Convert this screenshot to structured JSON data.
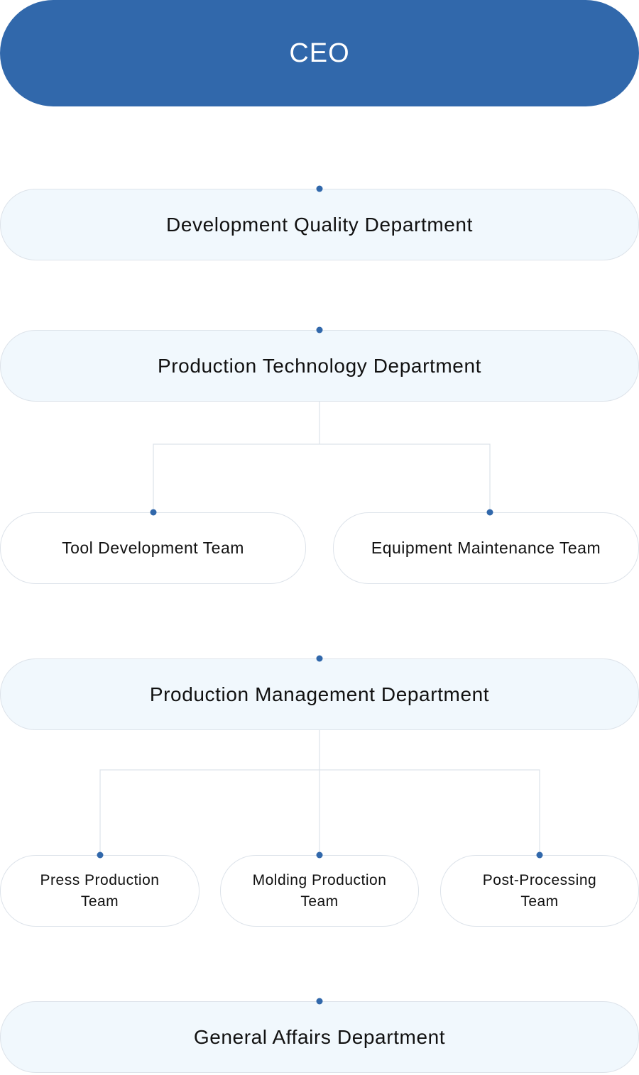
{
  "ceo": {
    "label": "CEO"
  },
  "departments": {
    "development_quality": {
      "label": "Development Quality Department"
    },
    "production_technology": {
      "label": "Production Technology Department"
    },
    "production_management": {
      "label": "Production Management Department"
    },
    "general_affairs": {
      "label": "General Affairs Department"
    }
  },
  "teams": {
    "tool_development": {
      "label": "Tool Development Team"
    },
    "equipment_maintenance": {
      "label": "Equipment Maintenance Team"
    },
    "press_production": {
      "label": "Press Production Team"
    },
    "molding_production": {
      "label": "Molding Production Team"
    },
    "post_processing": {
      "label": "Post-Processing Team"
    }
  },
  "colors": {
    "accent": "#3168ab",
    "dept_fill": "#f1f8fd",
    "border": "#dde3ea",
    "connector": "#dde3ea"
  }
}
